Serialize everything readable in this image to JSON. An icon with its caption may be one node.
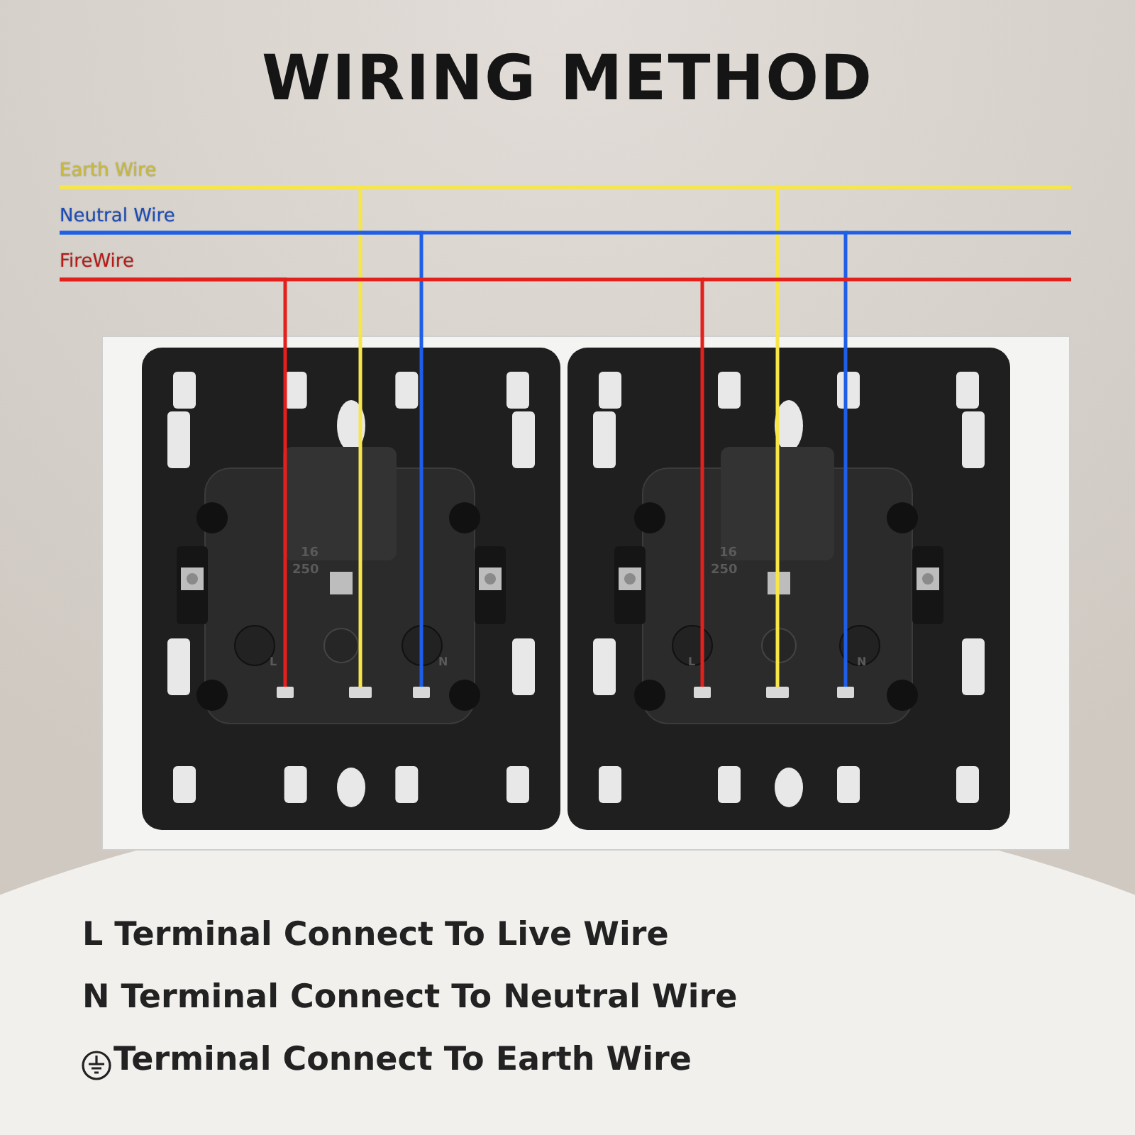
{
  "diagram": {
    "title": "WIRING METHOD",
    "nodes": [
      {
        "text": [
          "Earth Wire"
        ]
      },
      {
        "text": [
          "Neutral Wire"
        ]
      },
      {
        "text": [
          "FireWire"
        ]
      },
      {
        "text": [],
        "shape": "box"
      },
      {
        "text": [],
        "shape": "box"
      },
      {
        "text": [],
        "shape": "box"
      },
      {
        "text": [],
        "shape": "box"
      },
      {
        "text": [],
        "shape": "box"
      },
      {
        "text": [],
        "shape": "box"
      }
    ],
    "edges": [
      {
        "from": 2,
        "to": 3,
        "arrow": "none",
        "color": "#e3211c"
      },
      {
        "from": 0,
        "to": 4,
        "arrow": "none",
        "color": "#f7e64a"
      },
      {
        "from": 1,
        "to": 5,
        "arrow": "none",
        "color": "#1f5ee6"
      },
      {
        "from": 2,
        "to": 6,
        "arrow": "none",
        "color": "#e3211c"
      },
      {
        "from": 0,
        "to": 7,
        "arrow": "none",
        "color": "#f7e64a"
      },
      {
        "from": 1,
        "to": 8,
        "arrow": "none",
        "color": "#1f5ee6"
      }
    ],
    "labels": [
      "16",
      "250",
      "L",
      "N",
      "16",
      "250",
      "L",
      "N",
      "L Terminal Connect To Live Wire",
      "N Terminal Connect To Neutral Wire",
      "Terminal Connect To Earth Wire"
    ]
  }
}
